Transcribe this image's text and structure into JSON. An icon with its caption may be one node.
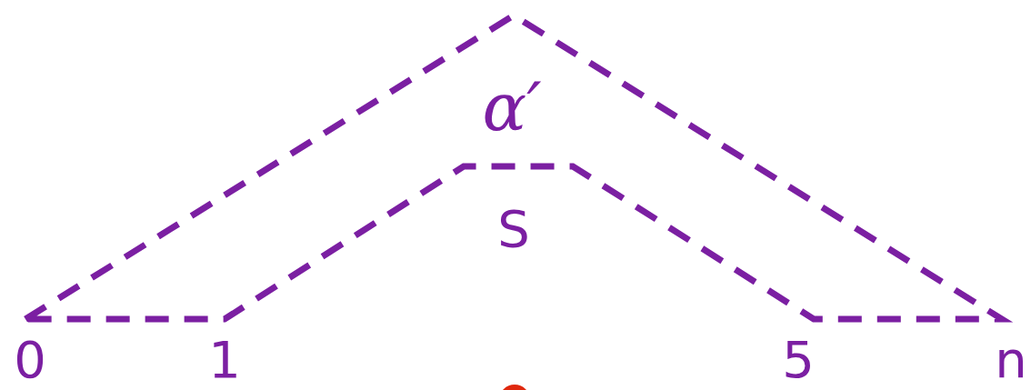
{
  "diagram": {
    "labels": [
      "α′",
      "S",
      "0",
      "1",
      "5",
      "n"
    ]
  }
}
